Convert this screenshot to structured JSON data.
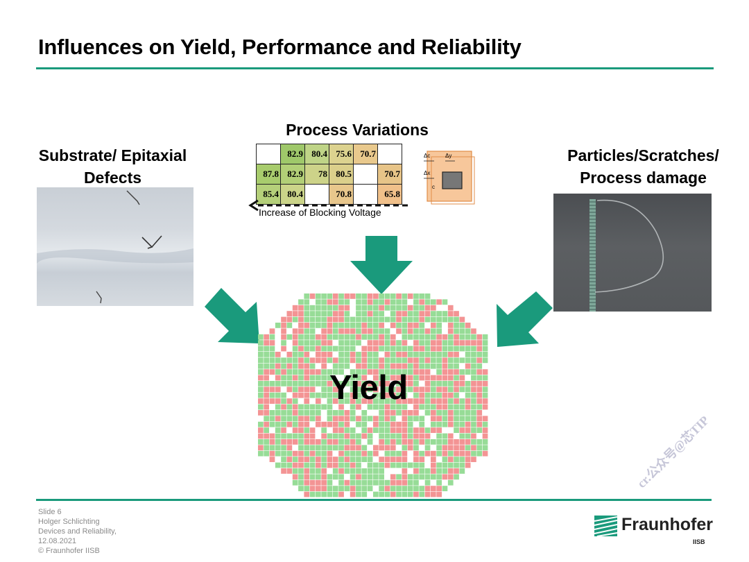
{
  "slide": {
    "title": "Influences on Yield, Performance and Reliability",
    "accent_color": "#1a9a7c"
  },
  "process_variations": {
    "heading": "Process Variations",
    "table": [
      [
        "",
        "82.9",
        "80.4",
        "75.6",
        "70.7",
        ""
      ],
      [
        "87.8",
        "82.9",
        "78",
        "80.5",
        "",
        "70.7"
      ],
      [
        "85.4",
        "80.4",
        "",
        "70.8",
        "",
        "65.8"
      ]
    ],
    "axis_label": "Increase of Blocking Voltage",
    "diagram_labels": {
      "dc": "Δc",
      "dy": "Δy",
      "dx": "Δx",
      "c": "c"
    }
  },
  "substrate": {
    "heading_line1": "Substrate/ Epitaxial",
    "heading_line2": "Defects",
    "photo": "epitaxial-defect-micrograph"
  },
  "particles": {
    "heading_line1": "Particles/Scratches/",
    "heading_line2": "Process damage",
    "photo": "scratch-micrograph"
  },
  "yield": {
    "label": "Yield",
    "pass_color": "#97dc97",
    "fail_color": "#f39494"
  },
  "footer": {
    "slide_number": "Slide 6",
    "author": "Holger Schlichting",
    "topic": "Devices and Reliability,",
    "date": "12.08.2021",
    "copyright": "© Fraunhofer IISB"
  },
  "watermark": "cr.公众号@芯TIP",
  "logo": {
    "name": "Fraunhofer",
    "sub": "IISB",
    "icon": "fraunhofer-logo-icon"
  }
}
